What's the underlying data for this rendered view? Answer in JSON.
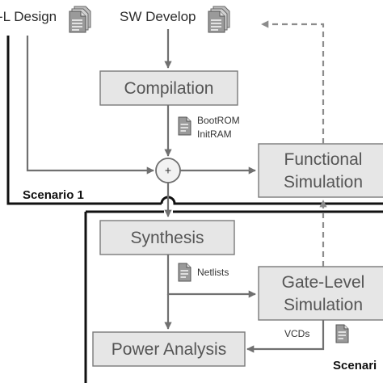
{
  "sources": {
    "rtl_design": "-L Design",
    "sw_develop": "SW Develop"
  },
  "steps": {
    "compilation": "Compilation",
    "functional_line1": "Functional",
    "functional_line2": "Simulation",
    "synthesis": "Synthesis",
    "gate_line1": "Gate-Level",
    "gate_line2": "Simulation",
    "power": "Power Analysis"
  },
  "artifacts": {
    "bootrom": "BootROM",
    "initram": "InitRAM",
    "netlists": "Netlists",
    "vcds": "VCDs"
  },
  "merge_symbol": "+",
  "scenarios": {
    "scenario1": "Scenario 1",
    "scenario2": "Scenari"
  },
  "icons": [
    "document-stack-icon",
    "document-icon"
  ],
  "colors": {
    "box_fill": "#e6e6e6",
    "box_stroke": "#7a7a7a",
    "arrow": "#707070",
    "scenario_line": "#111111"
  }
}
